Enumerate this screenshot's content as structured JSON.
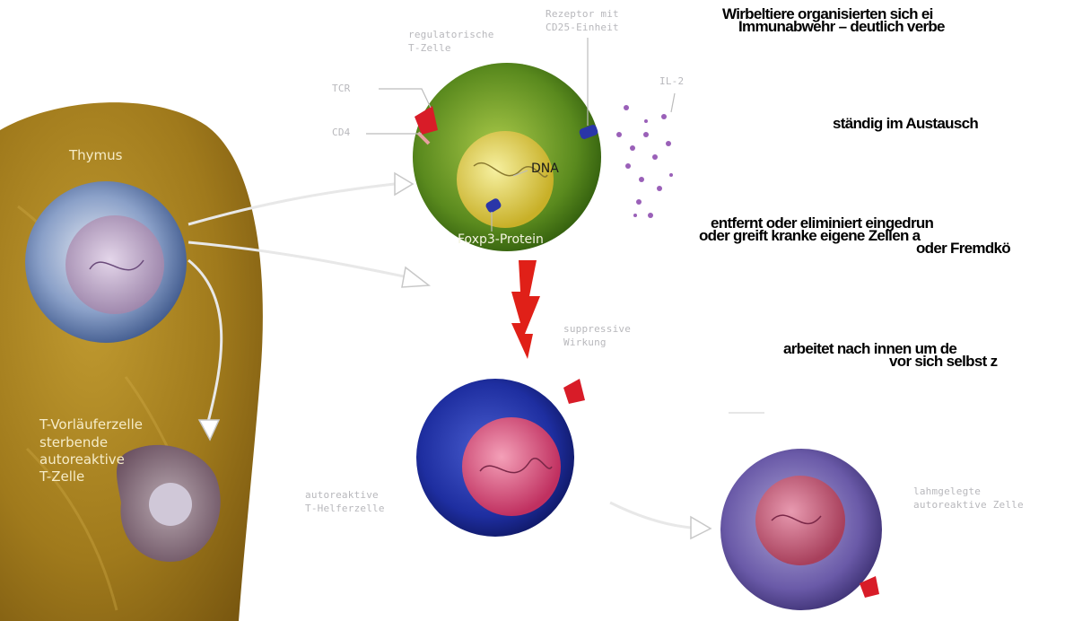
{
  "labels": {
    "thymus": "Thymus",
    "precursor": "T-Vorläuferzelle",
    "dying": [
      "sterbende",
      "autoreaktive",
      "T-Zelle"
    ],
    "regulatory": [
      "regulatorische",
      "T-Zelle"
    ],
    "receptor": [
      "Rezeptor mit",
      "CD25-Einheit"
    ],
    "tcr": "TCR",
    "cd4": "CD4",
    "il2": "IL-2",
    "dna": "DNA",
    "foxp3": "Foxp3-Protein",
    "suppressive": [
      "suppressive",
      "Wirkung"
    ],
    "autoreactive_helper": [
      "autoreaktive",
      "T-Helferzelle"
    ],
    "paralyzed": [
      "lahmgelegte",
      "autoreaktive Zelle"
    ]
  },
  "notes": {
    "n1": [
      "Wirbeltiere organisierten sich ei",
      "Immunabwehr – deutlich verbe"
    ],
    "n2": "ständig im Austausch",
    "n3": [
      "entfernt oder eliminiert eingedrun",
      "oder greift kranke eigene Zellen a",
      "oder Fremdkö"
    ],
    "n4": [
      "arbeitet nach innen um de",
      "vor sich selbst z"
    ]
  },
  "colors": {
    "thymus": "#a8801e",
    "regulatory_cell": "#5a8a1e",
    "nucleus_yellow": "#e8d840",
    "helper_cell": "#1e2ea0",
    "nucleus_pink": "#e05078",
    "paralyzed_cell": "#6a5aa8",
    "lightning": "#e02018",
    "receptor_red": "#d81c28",
    "il2_dots": "#9a60b8"
  }
}
